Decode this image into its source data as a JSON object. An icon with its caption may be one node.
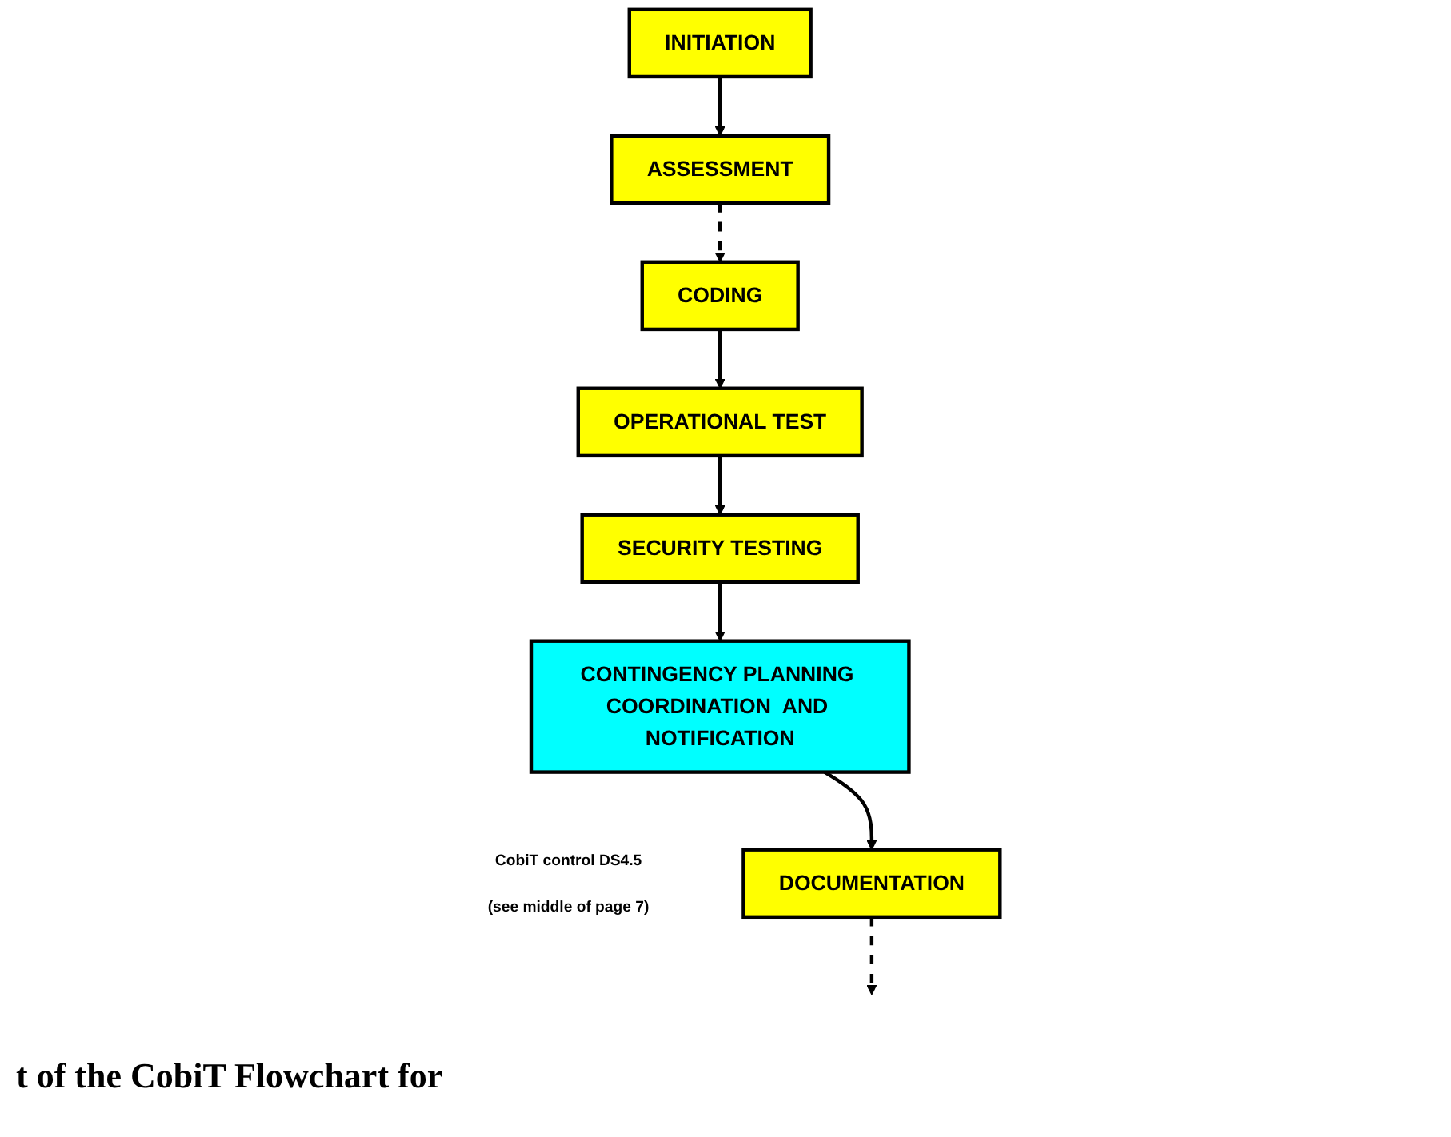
{
  "diagram": {
    "caption": "t of the CobiT Flowchart for",
    "nodes": [
      {
        "text": [
          "INITIATION"
        ]
      },
      {
        "text": [
          "ASSESSMENT"
        ]
      },
      {
        "text": [
          "CODING"
        ]
      },
      {
        "text": [
          "OPERATIONAL TEST"
        ]
      },
      {
        "text": [
          "SECURITY TESTING"
        ]
      },
      {
        "text": [
          "CONTINGENCY PLANNING COORDINATION  AND NOTIFICATION"
        ],
        "beside": [
          "CobiT control DS4.5",
          "(see middle of page 7)"
        ]
      },
      {
        "text": [
          "DOCUMENTATION"
        ]
      }
    ],
    "edges": [
      {
        "from": 0,
        "to": 1,
        "arrow": "to"
      },
      {
        "from": 1,
        "to": 2,
        "arrow": "to",
        "style": "dashed"
      },
      {
        "from": 2,
        "to": 3,
        "arrow": "to"
      },
      {
        "from": 3,
        "to": 4,
        "arrow": "to"
      },
      {
        "from": 4,
        "to": 5,
        "arrow": "to"
      },
      {
        "from": 5,
        "to": 6,
        "arrow": "to"
      },
      {
        "from": 6,
        "to": null,
        "arrow": "to",
        "style": "dashed"
      }
    ]
  }
}
